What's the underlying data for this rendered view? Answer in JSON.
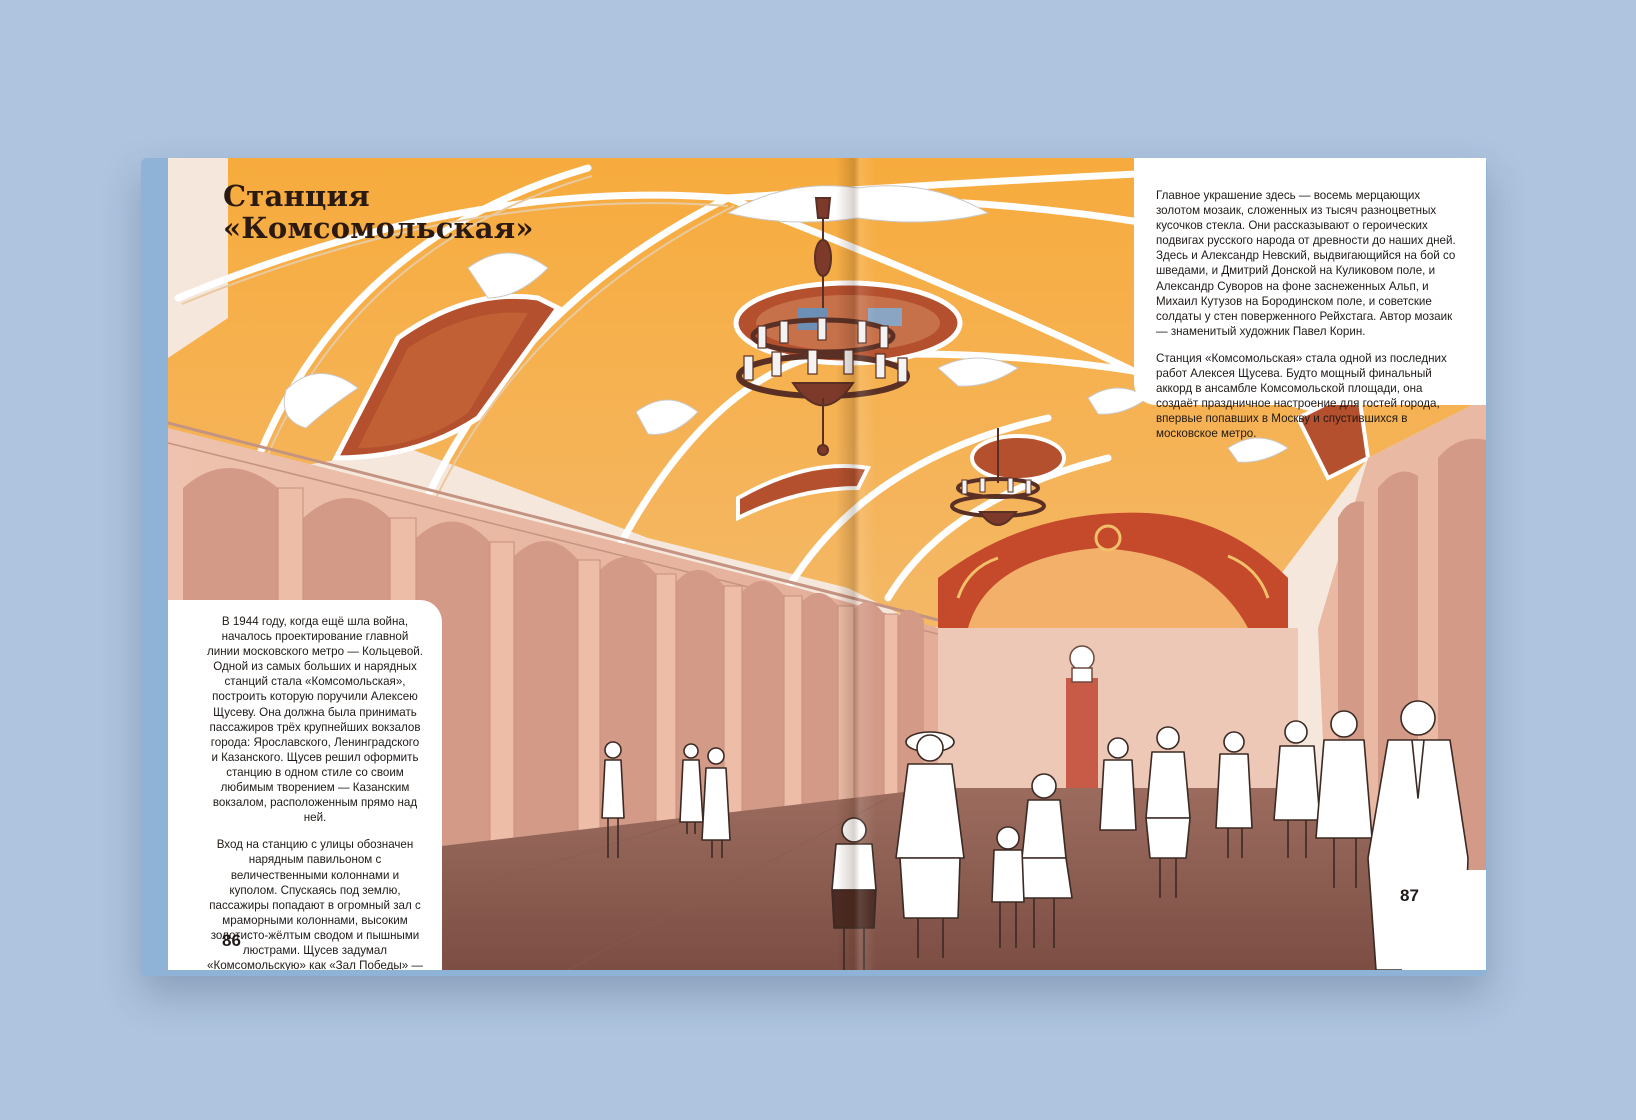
{
  "spread": {
    "title_line1": "Станция",
    "title_line2": "«Комсомольская»",
    "left_text": [
      "В 1944 году, когда ещё шла война, началось проектирование главной линии московского метро — Кольцевой. Одной из самых больших и нарядных станций стала «Комсомольская», построить которую поручили Алексею Щусеву. Она должна была принимать пассажиров трёх крупнейших вокзалов города: Ярославского, Ленинградского и Казанского. Щусев решил оформить станцию в одном стиле со своим любимым творением — Казанским вокзалом, расположенным прямо над ней.",
      "Вход на станцию с улицы обозначен нарядным павильоном с величественными колоннами и куполом. Спускаясь под землю, пассажиры попадают в огромный зал с мраморными колоннами, высоким золотисто-жёлтым сводом и пышными люстрами. Щусев задумал «Комсомольскую» как «Зал Победы» — так архитектор хотел навеки запечатлеть чувство гордости и радости от Победы в Великой Отечественной войне."
    ],
    "right_text": [
      "Главное украшение здесь — восемь мерцающих золотом мозаик, сложенных из тысяч разноцветных кусочков стекла. Они рассказывают о героических подвигах русского народа от древности до наших дней. Здесь и Александр Невский, выдвигающийся на бой со шведами, и Дмитрий Донской на Куликовом поле, и Александр Суворов на фоне заснеженных Альп, и Михаил Кутузов на Бородинском поле, и советские солдаты у стен поверженного Рейхстага. Автор мозаик — знаменитый художник Павел Корин.",
      "Станция «Комсомольская» стала одной из последних работ Алексея Щусева. Будто мощный финальный аккорд в ансамбле Комсомольской площади, она создаёт праздничное настроение для гостей города, впервые попавших в Москву и спустившихся в московское метро."
    ],
    "page_left": "86",
    "page_right": "87"
  },
  "colors": {
    "background": "#aec4df",
    "cover": "#8fb3d6",
    "vault": "#f0a23c",
    "walls": "#e7b8a4",
    "floor": "#9a6a5c",
    "ribs": "#ffffff",
    "mosaic": "#b4502e"
  }
}
